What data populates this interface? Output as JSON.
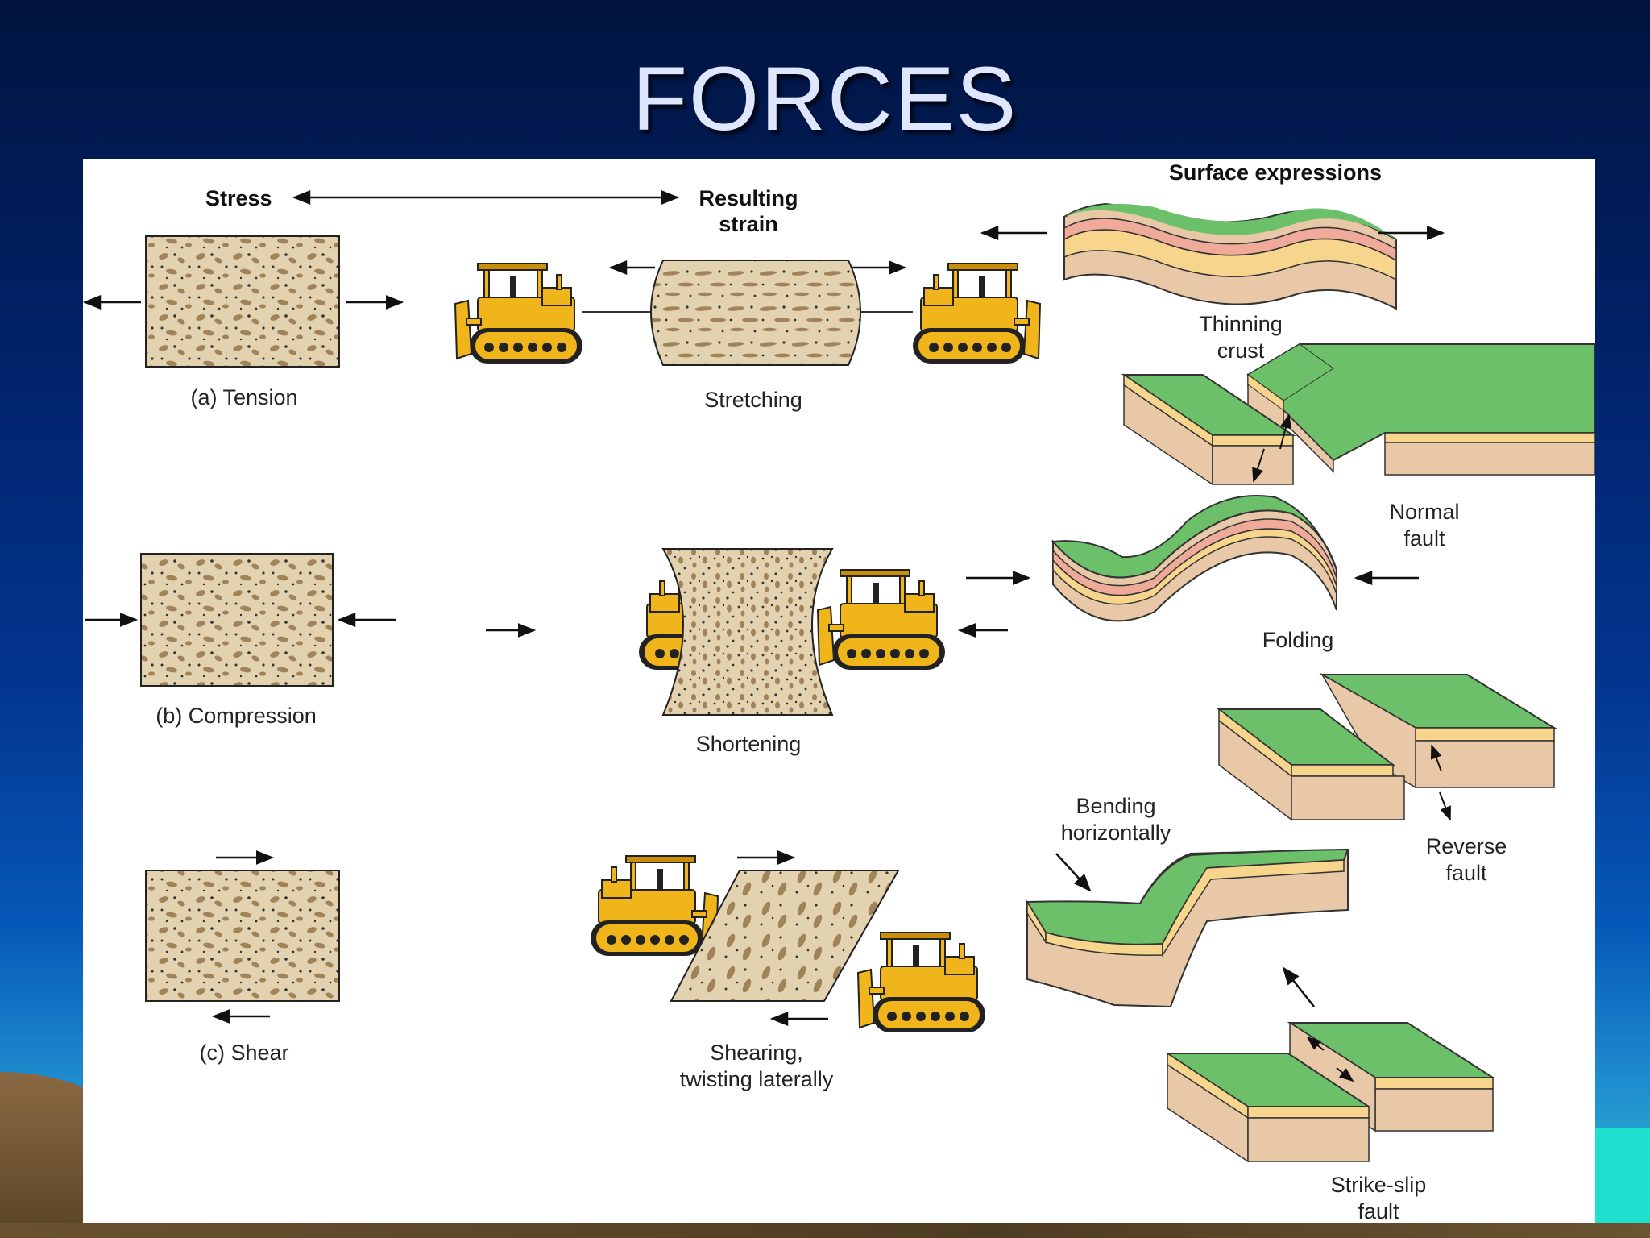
{
  "slide": {
    "title": "FORCES"
  },
  "diagram": {
    "header": {
      "stress": "Stress",
      "resulting_strain_1": "Resulting",
      "resulting_strain_2": "strain",
      "surface_expressions": "Surface expressions"
    },
    "rows": {
      "tension": {
        "stress_label": "(a) Tension",
        "strain_label": "Stretching"
      },
      "compression": {
        "stress_label": "(b) Compression",
        "strain_label": "Shortening"
      },
      "shear": {
        "stress_label": "(c) Shear",
        "strain_label_1": "Shearing,",
        "strain_label_2": "twisting laterally"
      }
    },
    "surface": {
      "thinning_1": "Thinning",
      "thinning_2": "crust",
      "normal_1": "Normal",
      "normal_2": "fault",
      "folding": "Folding",
      "reverse_1": "Reverse",
      "reverse_2": "fault",
      "bending_1": "Bending",
      "bending_2": "horizontally",
      "strikeslip_1": "Strike-slip",
      "strikeslip_2": "fault"
    },
    "colors": {
      "rock_fill": "#e3d2b0",
      "pebble": "#a1835a",
      "bulldozer": "#f0b51a",
      "grass_top": "#6dc06a",
      "layer_yellow": "#f7d58c",
      "layer_pink": "#f0aa9a",
      "layer_tan": "#e8c8a6"
    }
  }
}
